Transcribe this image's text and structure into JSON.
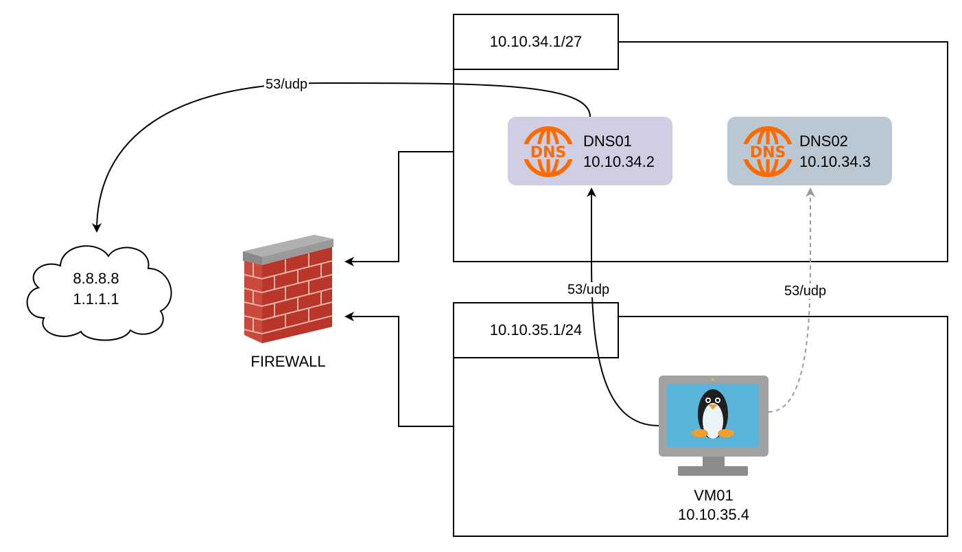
{
  "subnets": [
    {
      "label": "10.10.34.1/27"
    },
    {
      "label": "10.10.35.1/24"
    }
  ],
  "dns_servers": [
    {
      "name": "DNS01",
      "ip": "10.10.34.2",
      "color": "#d0cee2"
    },
    {
      "name": "DNS02",
      "ip": "10.10.34.3",
      "color": "#bac8d3"
    }
  ],
  "internet": {
    "line1": "8.8.8.8",
    "line2": "1.1.1.1"
  },
  "firewall": {
    "label": "FIREWALL",
    "icon": "firewall-brick-wall-icon"
  },
  "vm": {
    "name": "VM01",
    "ip": "10.10.35.4",
    "icon": "linux-monitor-icon"
  },
  "edges": {
    "dns01_to_internet": "53/udp",
    "vm_to_dns01": "53/udp",
    "vm_to_dns02": "53/udp"
  },
  "colors": {
    "dns_icon": "#ff6a00",
    "dashed_edge": "#999999"
  }
}
